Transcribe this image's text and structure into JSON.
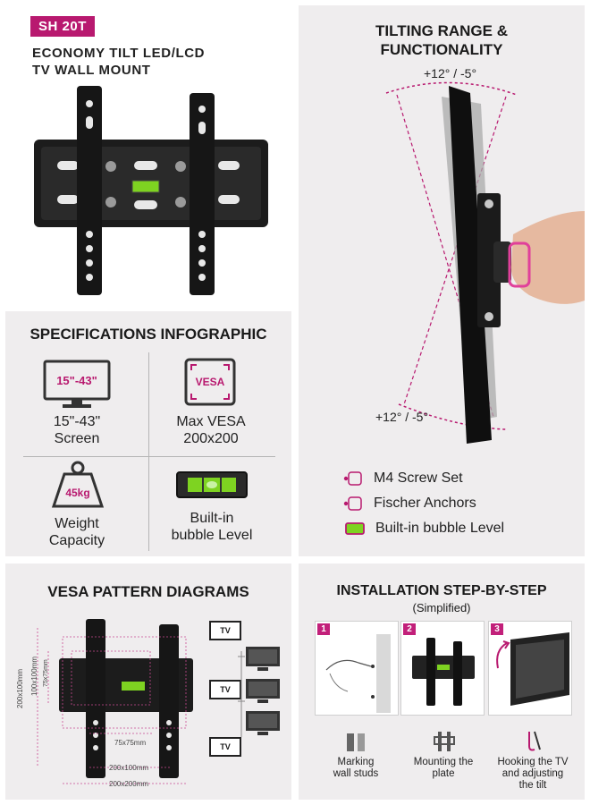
{
  "product": {
    "badge": "SH 20T",
    "title_line1": "ECONOMY TILT LED/LCD",
    "title_line2": "TV WALL MOUNT"
  },
  "tilting": {
    "title_line1": "TILTING RANGE &",
    "title_line2": "FUNCTIONALITY",
    "range_top": "+12° / -5°",
    "range_bottom": "+12° / -5°",
    "accessories": [
      "M4 Screw Set",
      "Fischer Anchors",
      "Built-in bubble Level"
    ]
  },
  "specs": {
    "title": "SPECIFICATIONS INFOGRAPHIC",
    "screen_icon_text": "15\"-43\"",
    "screen_line1": "15\"-43\"",
    "screen_line2": "Screen",
    "vesa_icon_text": "VESA",
    "vesa_line1": "Max VESA",
    "vesa_line2": "200x200",
    "weight_icon_text": "45kg",
    "weight_line1": "Weight",
    "weight_line2": "Capacity",
    "level_line1": "Built-in",
    "level_line2": "bubble Level"
  },
  "vesa": {
    "title": "VESA PATTERN DIAGRAMS",
    "labels": {
      "v200x100": "200x100mm",
      "v100x100": "100x100mm",
      "v75x75": "75x75mm",
      "h75x75": "75x75mm",
      "h200x100": "200x100mm",
      "h200x200": "200x200mm"
    },
    "tv_label": "TV"
  },
  "install": {
    "title": "INSTALLATION STEP-BY-STEP",
    "subtitle": "(Simplified)",
    "steps": [
      {
        "num": "1",
        "caption_line1": "Marking",
        "caption_line2": "wall studs",
        "caption_line3": ""
      },
      {
        "num": "2",
        "caption_line1": "Mounting the",
        "caption_line2": "plate",
        "caption_line3": ""
      },
      {
        "num": "3",
        "caption_line1": "Hooking the TV",
        "caption_line2": "and adjusting",
        "caption_line3": "the tilt"
      }
    ]
  },
  "colors": {
    "accent": "#b8196f",
    "level_green": "#7ed321",
    "panel_bg": "#efedee"
  }
}
